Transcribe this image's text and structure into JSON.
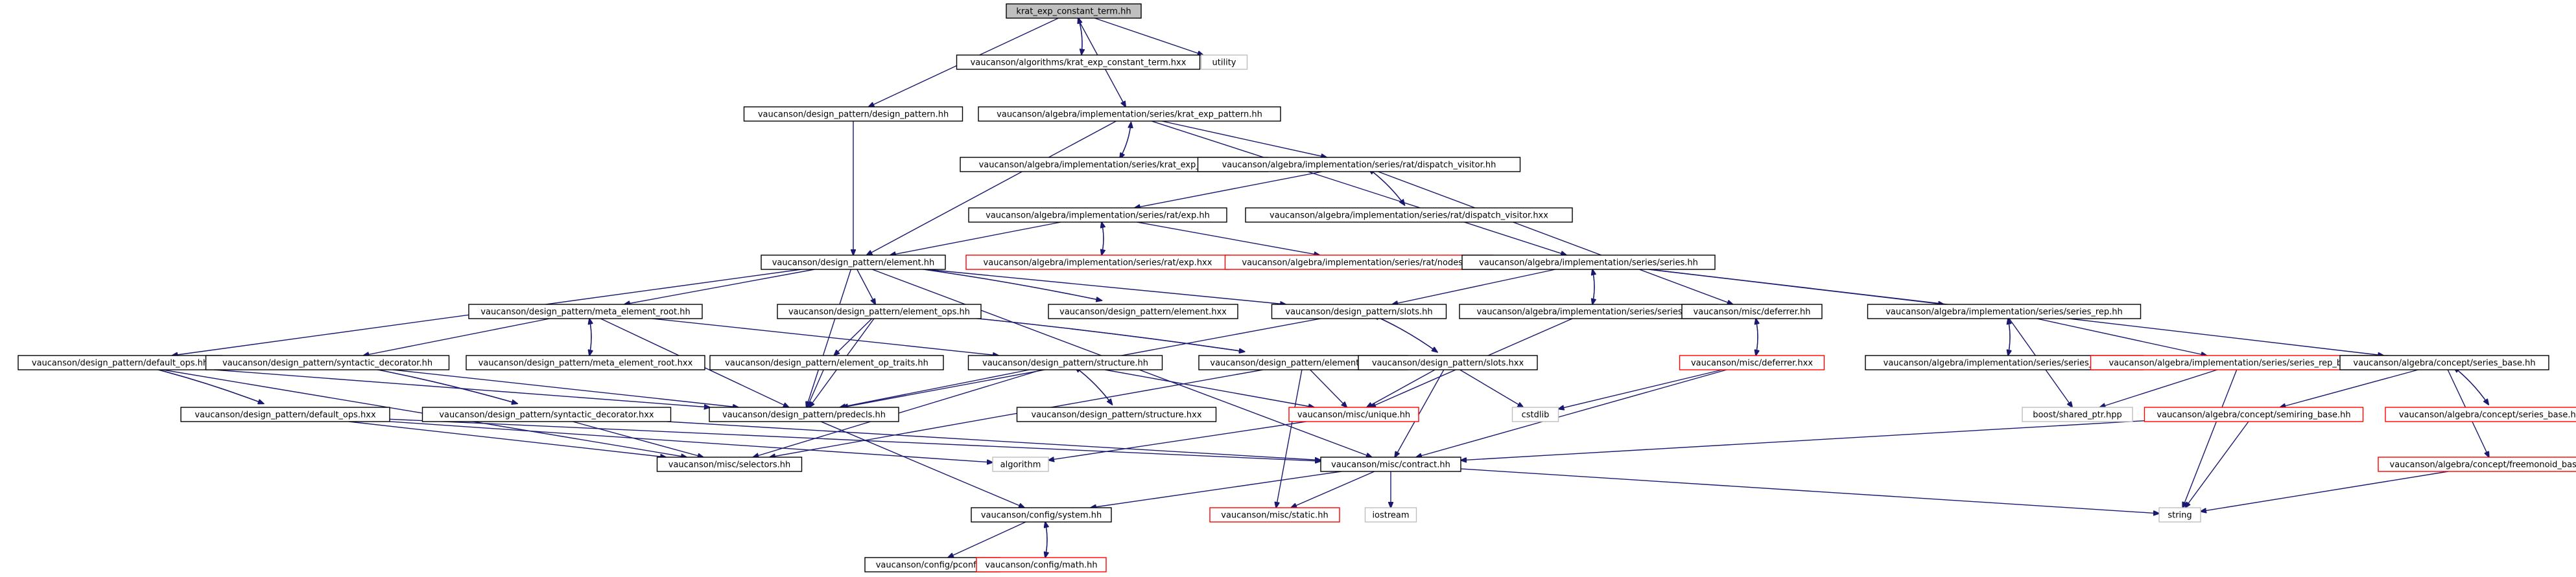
{
  "diagram": {
    "type": "include-dependency-graph",
    "colors": {
      "edge": "#191970",
      "root_fill": "#bfbfbf",
      "node_border": "#000000",
      "missing_border": "#bfbfbf",
      "undocumented_border": "#ff0000",
      "background": "#ffffff"
    },
    "nodes": [
      {
        "id": "root",
        "label": "krat_exp_constant_term.hh",
        "style": "root"
      },
      {
        "id": "algo_hxx",
        "label": "vaucanson/algorithms/krat_exp_constant_term.hxx",
        "style": "normal"
      },
      {
        "id": "utility",
        "label": "utility",
        "style": "gray"
      },
      {
        "id": "dp_dp",
        "label": "vaucanson/design_pattern/design_pattern.hh",
        "style": "normal"
      },
      {
        "id": "kep_hh",
        "label": "vaucanson/algebra/implementation/series/krat_exp_pattern.hh",
        "style": "normal"
      },
      {
        "id": "kep_hxx",
        "label": "vaucanson/algebra/implementation/series/krat_exp_pattern.hxx",
        "style": "normal"
      },
      {
        "id": "dv_hh",
        "label": "vaucanson/algebra/implementation/series/rat/dispatch_visitor.hh",
        "style": "normal"
      },
      {
        "id": "dv_hxx",
        "label": "vaucanson/algebra/implementation/series/rat/dispatch_visitor.hxx",
        "style": "normal"
      },
      {
        "id": "exp_hh",
        "label": "vaucanson/algebra/implementation/series/rat/exp.hh",
        "style": "normal"
      },
      {
        "id": "exp_hxx",
        "label": "vaucanson/algebra/implementation/series/rat/exp.hxx",
        "style": "red"
      },
      {
        "id": "nodes_hh",
        "label": "vaucanson/algebra/implementation/series/rat/nodes.hh",
        "style": "red"
      },
      {
        "id": "elem_hh",
        "label": "vaucanson/design_pattern/element.hh",
        "style": "normal"
      },
      {
        "id": "series_hh",
        "label": "vaucanson/algebra/implementation/series/series.hh",
        "style": "normal"
      },
      {
        "id": "mer_hh",
        "label": "vaucanson/design_pattern/meta_element_root.hh",
        "style": "normal"
      },
      {
        "id": "eops_hh",
        "label": "vaucanson/design_pattern/element_ops.hh",
        "style": "normal"
      },
      {
        "id": "elem_hxx",
        "label": "vaucanson/design_pattern/element.hxx",
        "style": "normal"
      },
      {
        "id": "slots_hh",
        "label": "vaucanson/design_pattern/slots.hh",
        "style": "normal"
      },
      {
        "id": "series_hxx",
        "label": "vaucanson/algebra/implementation/series/series.hxx",
        "style": "normal"
      },
      {
        "id": "deferrer_hh",
        "label": "vaucanson/misc/deferrer.hh",
        "style": "normal"
      },
      {
        "id": "srep_hh",
        "label": "vaucanson/algebra/implementation/series/series_rep.hh",
        "style": "normal"
      },
      {
        "id": "dops_hh",
        "label": "vaucanson/design_pattern/default_ops.hh",
        "style": "normal"
      },
      {
        "id": "sdec_hh",
        "label": "vaucanson/design_pattern/syntactic_decorator.hh",
        "style": "normal"
      },
      {
        "id": "mer_hxx",
        "label": "vaucanson/design_pattern/meta_element_root.hxx",
        "style": "normal"
      },
      {
        "id": "eopt_hh",
        "label": "vaucanson/design_pattern/element_op_traits.hh",
        "style": "normal"
      },
      {
        "id": "struct_hh",
        "label": "vaucanson/design_pattern/structure.hh",
        "style": "normal"
      },
      {
        "id": "eops_hxx",
        "label": "vaucanson/design_pattern/element_ops.hxx",
        "style": "normal"
      },
      {
        "id": "slots_hxx",
        "label": "vaucanson/design_pattern/slots.hxx",
        "style": "normal"
      },
      {
        "id": "deferrer_hxx",
        "label": "vaucanson/misc/deferrer.hxx",
        "style": "red"
      },
      {
        "id": "srep_hxx",
        "label": "vaucanson/algebra/implementation/series/series_rep.hxx",
        "style": "normal"
      },
      {
        "id": "srepbase_hh",
        "label": "vaucanson/algebra/implementation/series/series_rep_base.hh",
        "style": "red"
      },
      {
        "id": "sbase_hh",
        "label": "vaucanson/algebra/concept/series_base.hh",
        "style": "normal"
      },
      {
        "id": "dops_hxx",
        "label": "vaucanson/design_pattern/default_ops.hxx",
        "style": "normal"
      },
      {
        "id": "sdec_hxx",
        "label": "vaucanson/design_pattern/syntactic_decorator.hxx",
        "style": "normal"
      },
      {
        "id": "predecls_hh",
        "label": "vaucanson/design_pattern/predecls.hh",
        "style": "normal"
      },
      {
        "id": "struct_hxx",
        "label": "vaucanson/design_pattern/structure.hxx",
        "style": "normal"
      },
      {
        "id": "unique_hh",
        "label": "vaucanson/misc/unique.hh",
        "style": "red"
      },
      {
        "id": "cstdlib",
        "label": "cstdlib",
        "style": "gray"
      },
      {
        "id": "boost_sp",
        "label": "boost/shared_ptr.hpp",
        "style": "gray"
      },
      {
        "id": "semiring_hh",
        "label": "vaucanson/algebra/concept/semiring_base.hh",
        "style": "red"
      },
      {
        "id": "sbase_hxx",
        "label": "vaucanson/algebra/concept/series_base.hxx",
        "style": "red"
      },
      {
        "id": "selectors_hh",
        "label": "vaucanson/misc/selectors.hh",
        "style": "normal"
      },
      {
        "id": "algorithm",
        "label": "algorithm",
        "style": "gray"
      },
      {
        "id": "contract_hh",
        "label": "vaucanson/misc/contract.hh",
        "style": "normal"
      },
      {
        "id": "freemonoid_hh",
        "label": "vaucanson/algebra/concept/freemonoid_base.hh",
        "style": "red"
      },
      {
        "id": "system_hh",
        "label": "vaucanson/config/system.hh",
        "style": "normal"
      },
      {
        "id": "static_hh",
        "label": "vaucanson/misc/static.hh",
        "style": "red"
      },
      {
        "id": "iostream",
        "label": "iostream",
        "style": "gray"
      },
      {
        "id": "string",
        "label": "string",
        "style": "gray"
      },
      {
        "id": "pconf_hh",
        "label": "vaucanson/config/pconf.hh",
        "style": "normal"
      },
      {
        "id": "math_hh",
        "label": "vaucanson/config/math.hh",
        "style": "red"
      }
    ],
    "edges": [
      [
        "root",
        "algo_hxx"
      ],
      [
        "algo_hxx",
        "root"
      ],
      [
        "root",
        "utility"
      ],
      [
        "root",
        "dp_dp"
      ],
      [
        "root",
        "kep_hh"
      ],
      [
        "dp_dp",
        "elem_hh"
      ],
      [
        "kep_hh",
        "kep_hxx"
      ],
      [
        "kep_hxx",
        "kep_hh"
      ],
      [
        "kep_hh",
        "dv_hh"
      ],
      [
        "kep_hh",
        "elem_hh"
      ],
      [
        "kep_hh",
        "series_hh"
      ],
      [
        "dv_hh",
        "dv_hxx"
      ],
      [
        "dv_hxx",
        "dv_hh"
      ],
      [
        "dv_hh",
        "exp_hh"
      ],
      [
        "dv_hh",
        "deferrer_hh"
      ],
      [
        "exp_hh",
        "exp_hxx"
      ],
      [
        "exp_hxx",
        "exp_hh"
      ],
      [
        "exp_hh",
        "nodes_hh"
      ],
      [
        "exp_hh",
        "elem_hh"
      ],
      [
        "elem_hh",
        "mer_hh"
      ],
      [
        "elem_hh",
        "eops_hh"
      ],
      [
        "elem_hh",
        "elem_hxx"
      ],
      [
        "elem_hxx",
        "elem_hh"
      ],
      [
        "elem_hh",
        "slots_hh"
      ],
      [
        "elem_hh",
        "dops_hh"
      ],
      [
        "elem_hh",
        "predecls_hh"
      ],
      [
        "series_hh",
        "series_hxx"
      ],
      [
        "series_hxx",
        "series_hh"
      ],
      [
        "series_hh",
        "srep_hh"
      ],
      [
        "series_hh",
        "sbase_hh"
      ],
      [
        "series_hh",
        "slots_hh"
      ],
      [
        "mer_hh",
        "mer_hxx"
      ],
      [
        "mer_hxx",
        "mer_hh"
      ],
      [
        "mer_hh",
        "sdec_hh"
      ],
      [
        "mer_hh",
        "struct_hh"
      ],
      [
        "mer_hh",
        "predecls_hh"
      ],
      [
        "eops_hh",
        "eopt_hh"
      ],
      [
        "eops_hh",
        "eops_hxx"
      ],
      [
        "eops_hxx",
        "eops_hh"
      ],
      [
        "eops_hh",
        "predecls_hh"
      ],
      [
        "slots_hh",
        "slots_hxx"
      ],
      [
        "slots_hxx",
        "slots_hh"
      ],
      [
        "slots_hh",
        "predecls_hh"
      ],
      [
        "series_hxx",
        "unique_hh"
      ],
      [
        "deferrer_hh",
        "deferrer_hxx"
      ],
      [
        "deferrer_hxx",
        "deferrer_hh"
      ],
      [
        "srep_hh",
        "srep_hxx"
      ],
      [
        "srep_hxx",
        "srep_hh"
      ],
      [
        "srep_hh",
        "srepbase_hh"
      ],
      [
        "srep_hh",
        "boost_sp"
      ],
      [
        "sbase_hh",
        "sbase_hxx"
      ],
      [
        "sbase_hxx",
        "sbase_hh"
      ],
      [
        "sbase_hh",
        "semiring_hh"
      ],
      [
        "sbase_hh",
        "freemonoid_hh"
      ],
      [
        "dops_hh",
        "dops_hxx"
      ],
      [
        "dops_hxx",
        "dops_hh"
      ],
      [
        "dops_hh",
        "selectors_hh"
      ],
      [
        "dops_hh",
        "predecls_hh"
      ],
      [
        "sdec_hh",
        "sdec_hxx"
      ],
      [
        "sdec_hxx",
        "sdec_hh"
      ],
      [
        "sdec_hh",
        "predecls_hh"
      ],
      [
        "eopt_hh",
        "predecls_hh"
      ],
      [
        "struct_hh",
        "struct_hxx"
      ],
      [
        "struct_hxx",
        "struct_hh"
      ],
      [
        "struct_hh",
        "unique_hh"
      ],
      [
        "struct_hh",
        "selectors_hh"
      ],
      [
        "struct_hh",
        "predecls_hh"
      ],
      [
        "eops_hxx",
        "unique_hh"
      ],
      [
        "eops_hxx",
        "selectors_hh"
      ],
      [
        "eops_hxx",
        "static_hh"
      ],
      [
        "slots_hxx",
        "unique_hh"
      ],
      [
        "slots_hxx",
        "cstdlib"
      ],
      [
        "slots_hxx",
        "contract_hh"
      ],
      [
        "deferrer_hxx",
        "cstdlib"
      ],
      [
        "deferrer_hxx",
        "contract_hh"
      ],
      [
        "srepbase_hh",
        "boost_sp"
      ],
      [
        "srepbase_hh",
        "string"
      ],
      [
        "semiring_hh",
        "contract_hh"
      ],
      [
        "semiring_hh",
        "string"
      ],
      [
        "dops_hxx",
        "selectors_hh"
      ],
      [
        "dops_hxx",
        "algorithm"
      ],
      [
        "dops_hxx",
        "contract_hh"
      ],
      [
        "sdec_hxx",
        "selectors_hh"
      ],
      [
        "sdec_hxx",
        "contract_hh"
      ],
      [
        "predecls_hh",
        "system_hh"
      ],
      [
        "unique_hh",
        "algorithm"
      ],
      [
        "elem_hh",
        "contract_hh"
      ],
      [
        "contract_hh",
        "system_hh"
      ],
      [
        "contract_hh",
        "static_hh"
      ],
      [
        "contract_hh",
        "iostream"
      ],
      [
        "contract_hh",
        "string"
      ],
      [
        "freemonoid_hh",
        "string"
      ],
      [
        "system_hh",
        "pconf_hh"
      ],
      [
        "system_hh",
        "math_hh"
      ],
      [
        "math_hh",
        "system_hh"
      ]
    ]
  }
}
